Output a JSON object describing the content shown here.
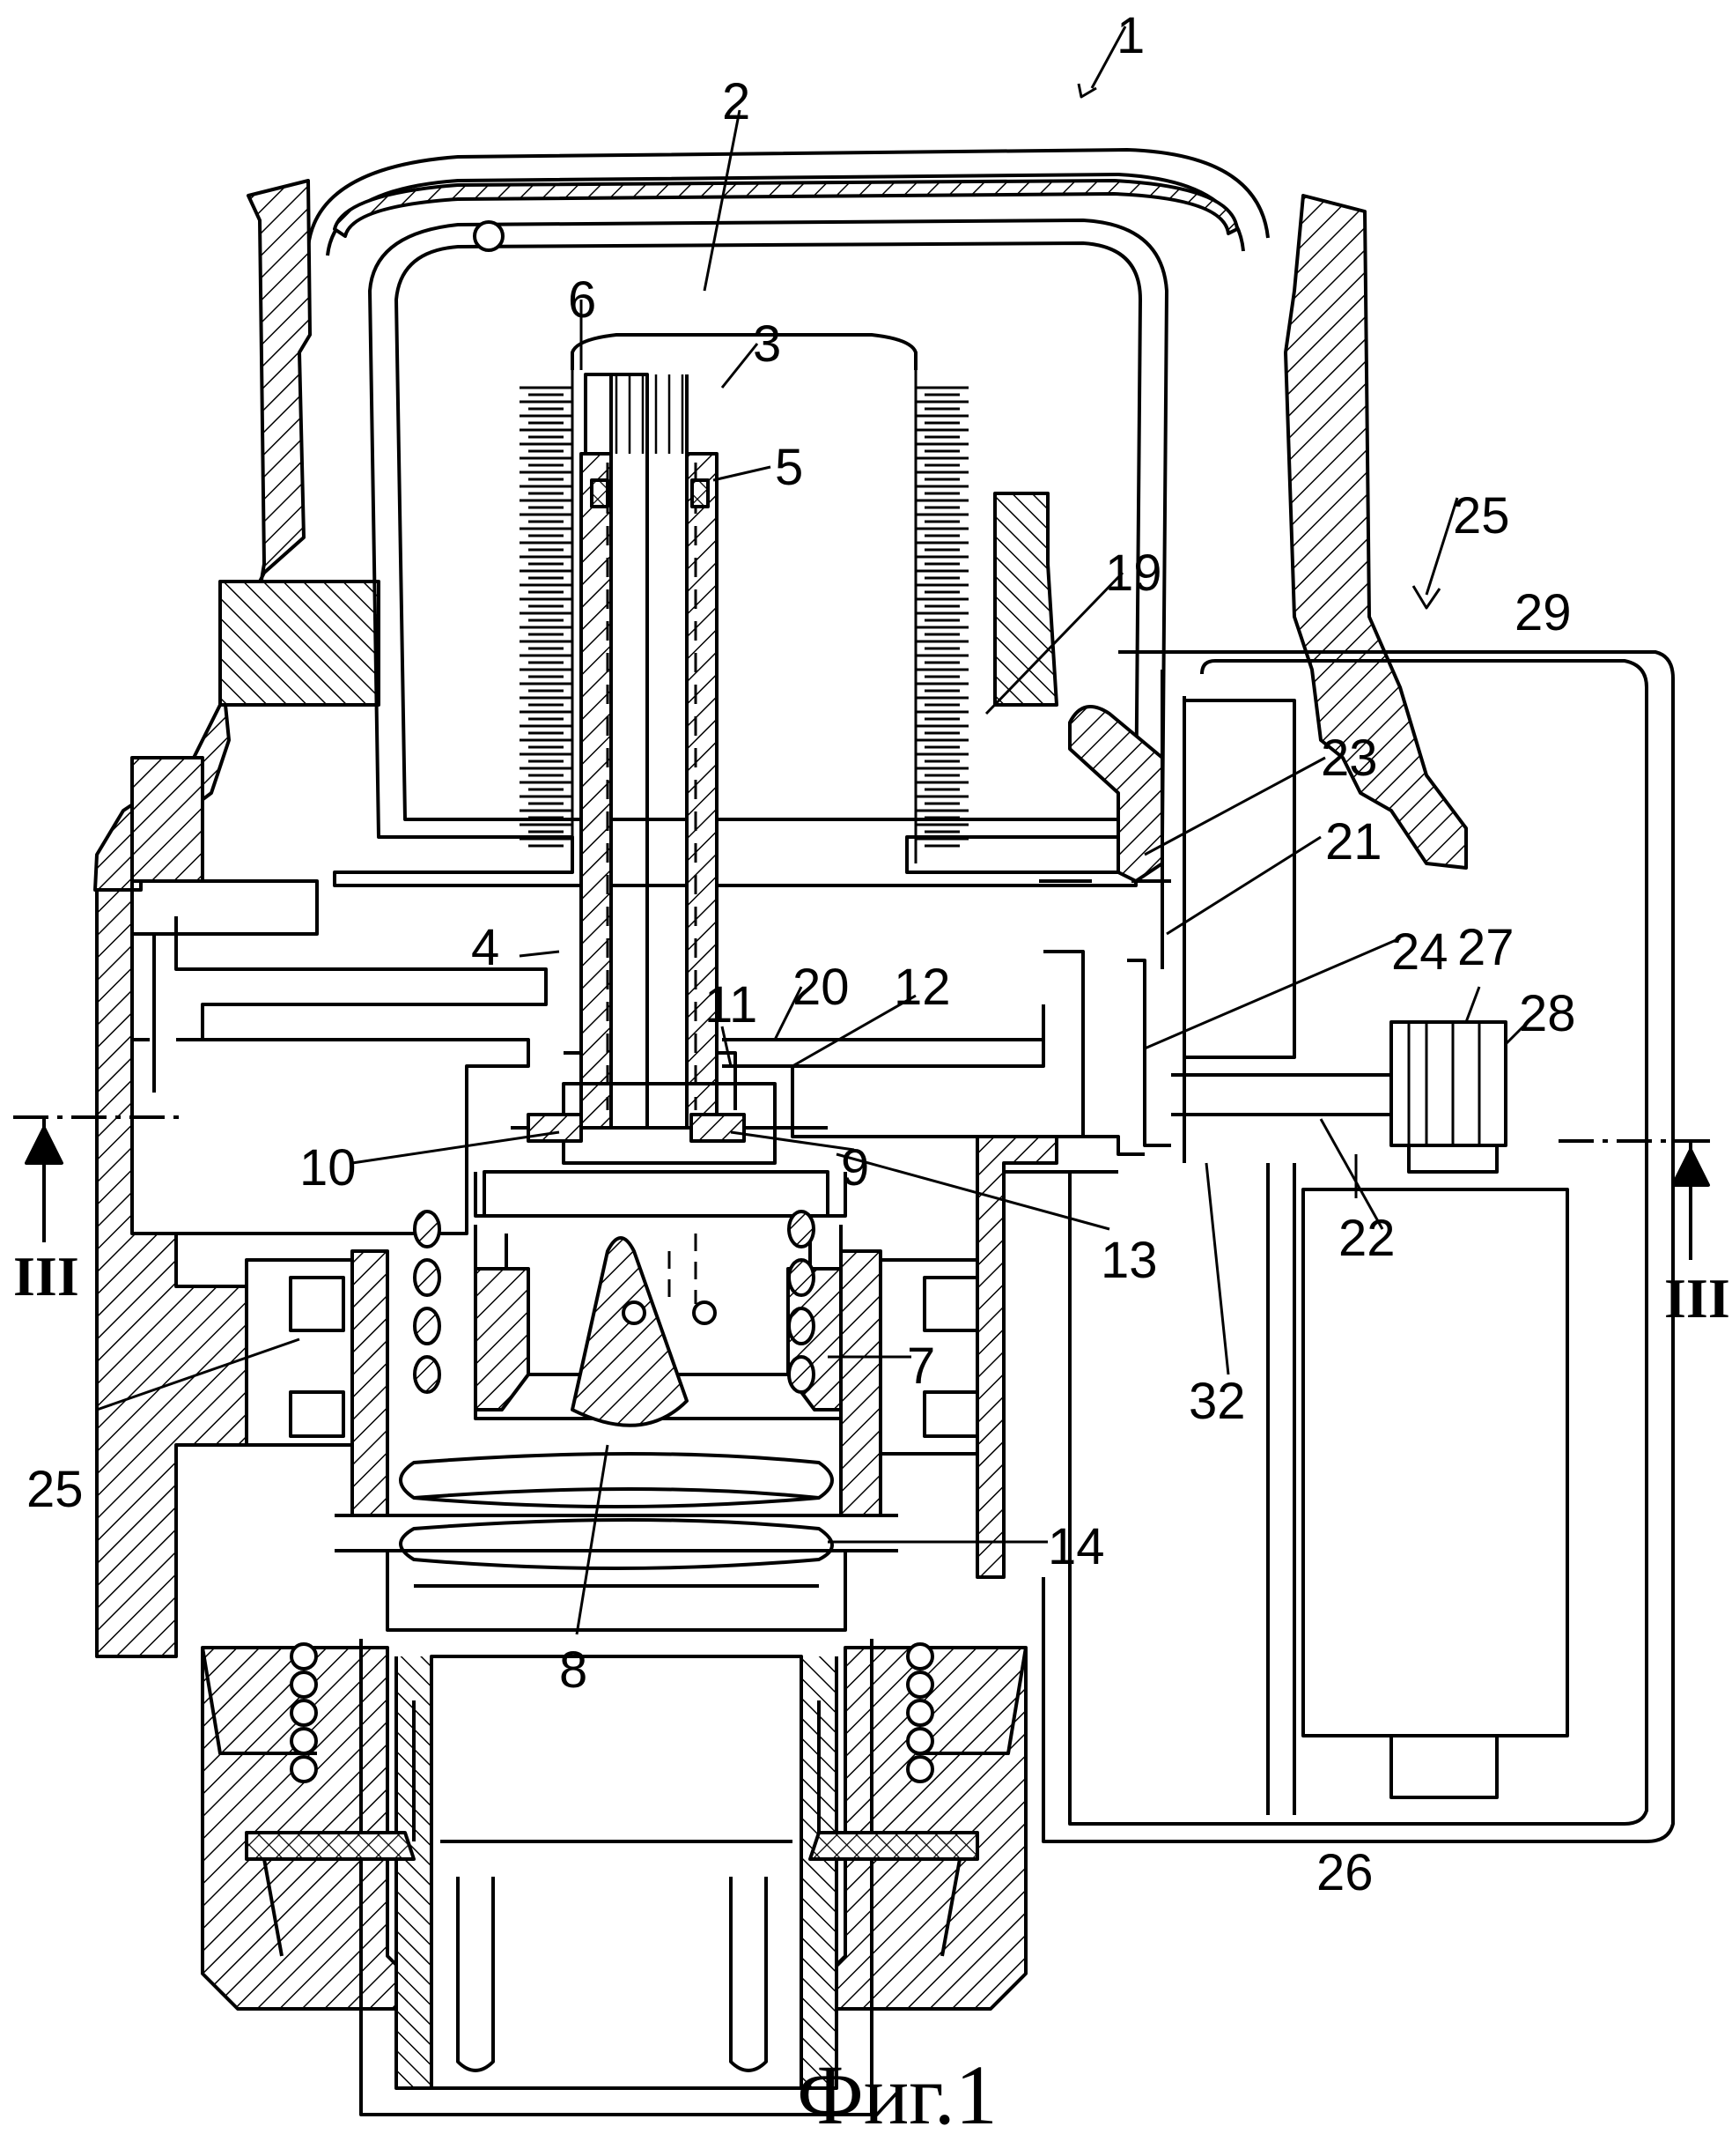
{
  "figure": {
    "caption": "Фиг.1",
    "section_mark": "III"
  },
  "labels": {
    "l1": "1",
    "l2": "2",
    "l3": "3",
    "l4": "4",
    "l5": "5",
    "l6": "6",
    "l7": "7",
    "l8": "8",
    "l9": "9",
    "l10": "10",
    "l11": "11",
    "l12": "12",
    "l13": "13",
    "l14": "14",
    "l19": "19",
    "l20": "20",
    "l21": "21",
    "l22": "22",
    "l23": "23",
    "l24": "24",
    "l25a": "25",
    "l25b": "25",
    "l26": "26",
    "l27": "27",
    "l28": "28",
    "l29": "29",
    "l32": "32"
  },
  "colors": {
    "ink": "#000000",
    "paper": "#ffffff"
  }
}
